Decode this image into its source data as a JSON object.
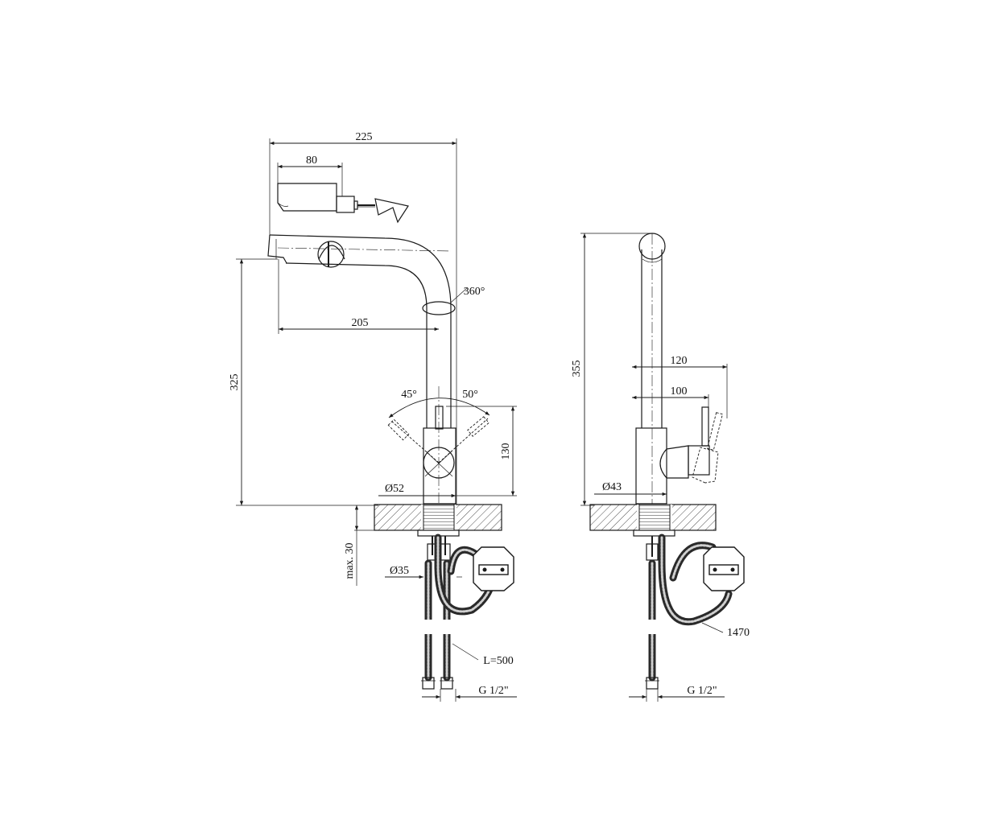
{
  "front_view": {
    "dim_total_reach": "225",
    "dim_pullout_head": "80",
    "dim_spout_reach": "205",
    "dim_height": "325",
    "dim_rotation": "360°",
    "dim_angle_left": "45°",
    "dim_angle_right": "50°",
    "dim_body_height": "130",
    "dim_body_diameter": "Ø52",
    "dim_max_thickness": "max. 30",
    "dim_hole_diameter": "Ø35",
    "dim_hose_length": "L=500",
    "dim_connection": "G 1/2\""
  },
  "side_view": {
    "dim_total_height": "355",
    "dim_lever_reach_max": "120",
    "dim_lever_reach": "100",
    "dim_body_diameter": "Ø43",
    "dim_pullout_hose": "1470",
    "dim_connection": "G 1/2\""
  }
}
